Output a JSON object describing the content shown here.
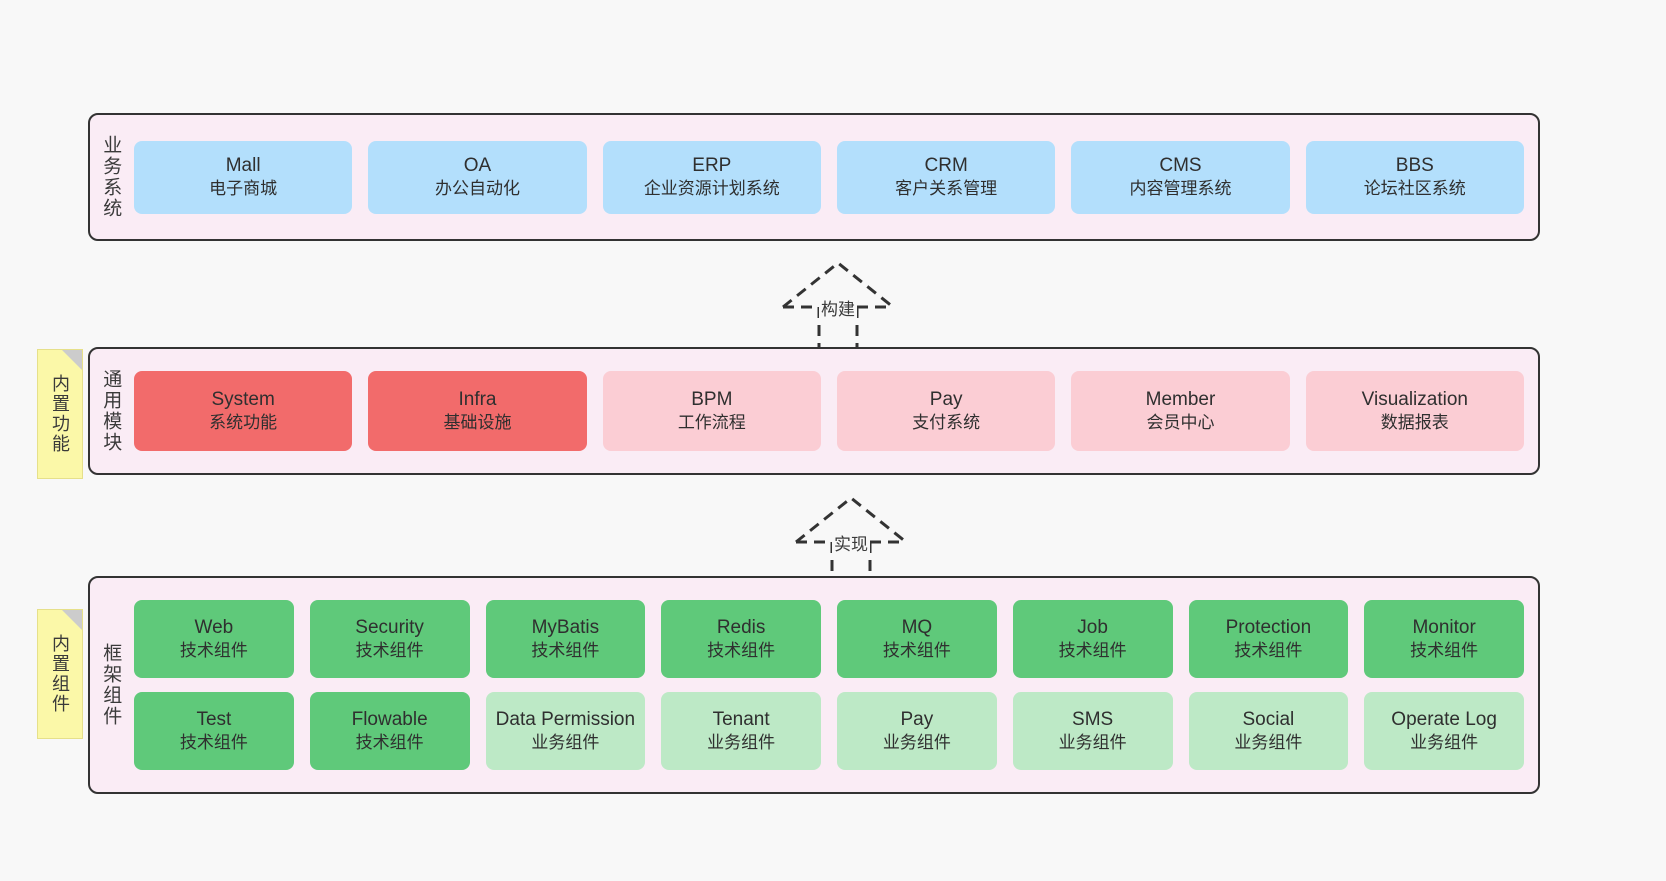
{
  "diagram": {
    "background_color": "#f8f8f8",
    "panel_color": "#faecf5",
    "border_color": "#333333"
  },
  "tiers": [
    {
      "id": "business-systems",
      "label": "业务系统",
      "sticky": null,
      "rows": [
        {
          "cards": [
            {
              "en": "Mall",
              "cn": "电子商城",
              "style": "blue"
            },
            {
              "en": "OA",
              "cn": "办公自动化",
              "style": "blue"
            },
            {
              "en": "ERP",
              "cn": "企业资源计划系统",
              "style": "blue"
            },
            {
              "en": "CRM",
              "cn": "客户关系管理",
              "style": "blue"
            },
            {
              "en": "CMS",
              "cn": "内容管理系统",
              "style": "blue"
            },
            {
              "en": "BBS",
              "cn": "论坛社区系统",
              "style": "blue"
            }
          ]
        }
      ]
    },
    {
      "id": "common-modules",
      "label": "通用模块",
      "sticky": "内置功能",
      "rows": [
        {
          "cards": [
            {
              "en": "System",
              "cn": "系统功能",
              "style": "red-strong"
            },
            {
              "en": "Infra",
              "cn": "基础设施",
              "style": "red-strong"
            },
            {
              "en": "BPM",
              "cn": "工作流程",
              "style": "red-light"
            },
            {
              "en": "Pay",
              "cn": "支付系统",
              "style": "red-light"
            },
            {
              "en": "Member",
              "cn": "会员中心",
              "style": "red-light"
            },
            {
              "en": "Visualization",
              "cn": "数据报表",
              "style": "red-light"
            }
          ]
        }
      ]
    },
    {
      "id": "framework-components",
      "label": "框架组件",
      "sticky": "内置组件",
      "rows": [
        {
          "cards": [
            {
              "en": "Web",
              "cn": "技术组件",
              "style": "green-strong"
            },
            {
              "en": "Security",
              "cn": "技术组件",
              "style": "green-strong"
            },
            {
              "en": "MyBatis",
              "cn": "技术组件",
              "style": "green-strong"
            },
            {
              "en": "Redis",
              "cn": "技术组件",
              "style": "green-strong"
            },
            {
              "en": "MQ",
              "cn": "技术组件",
              "style": "green-strong"
            },
            {
              "en": "Job",
              "cn": "技术组件",
              "style": "green-strong"
            },
            {
              "en": "Protection",
              "cn": "技术组件",
              "style": "green-strong"
            },
            {
              "en": "Monitor",
              "cn": "技术组件",
              "style": "green-strong"
            }
          ]
        },
        {
          "cards": [
            {
              "en": "Test",
              "cn": "技术组件",
              "style": "green-strong"
            },
            {
              "en": "Flowable",
              "cn": "技术组件",
              "style": "green-strong"
            },
            {
              "en": "Data Permission",
              "cn": "业务组件",
              "style": "green-light"
            },
            {
              "en": "Tenant",
              "cn": "业务组件",
              "style": "green-light"
            },
            {
              "en": "Pay",
              "cn": "业务组件",
              "style": "green-light"
            },
            {
              "en": "SMS",
              "cn": "业务组件",
              "style": "green-light"
            },
            {
              "en": "Social",
              "cn": "业务组件",
              "style": "green-light"
            },
            {
              "en": "Operate Log",
              "cn": "业务组件",
              "style": "green-light"
            }
          ]
        }
      ]
    }
  ],
  "arrows": [
    {
      "id": "arrow-build",
      "label": "构建"
    },
    {
      "id": "arrow-implement",
      "label": "实现"
    }
  ]
}
